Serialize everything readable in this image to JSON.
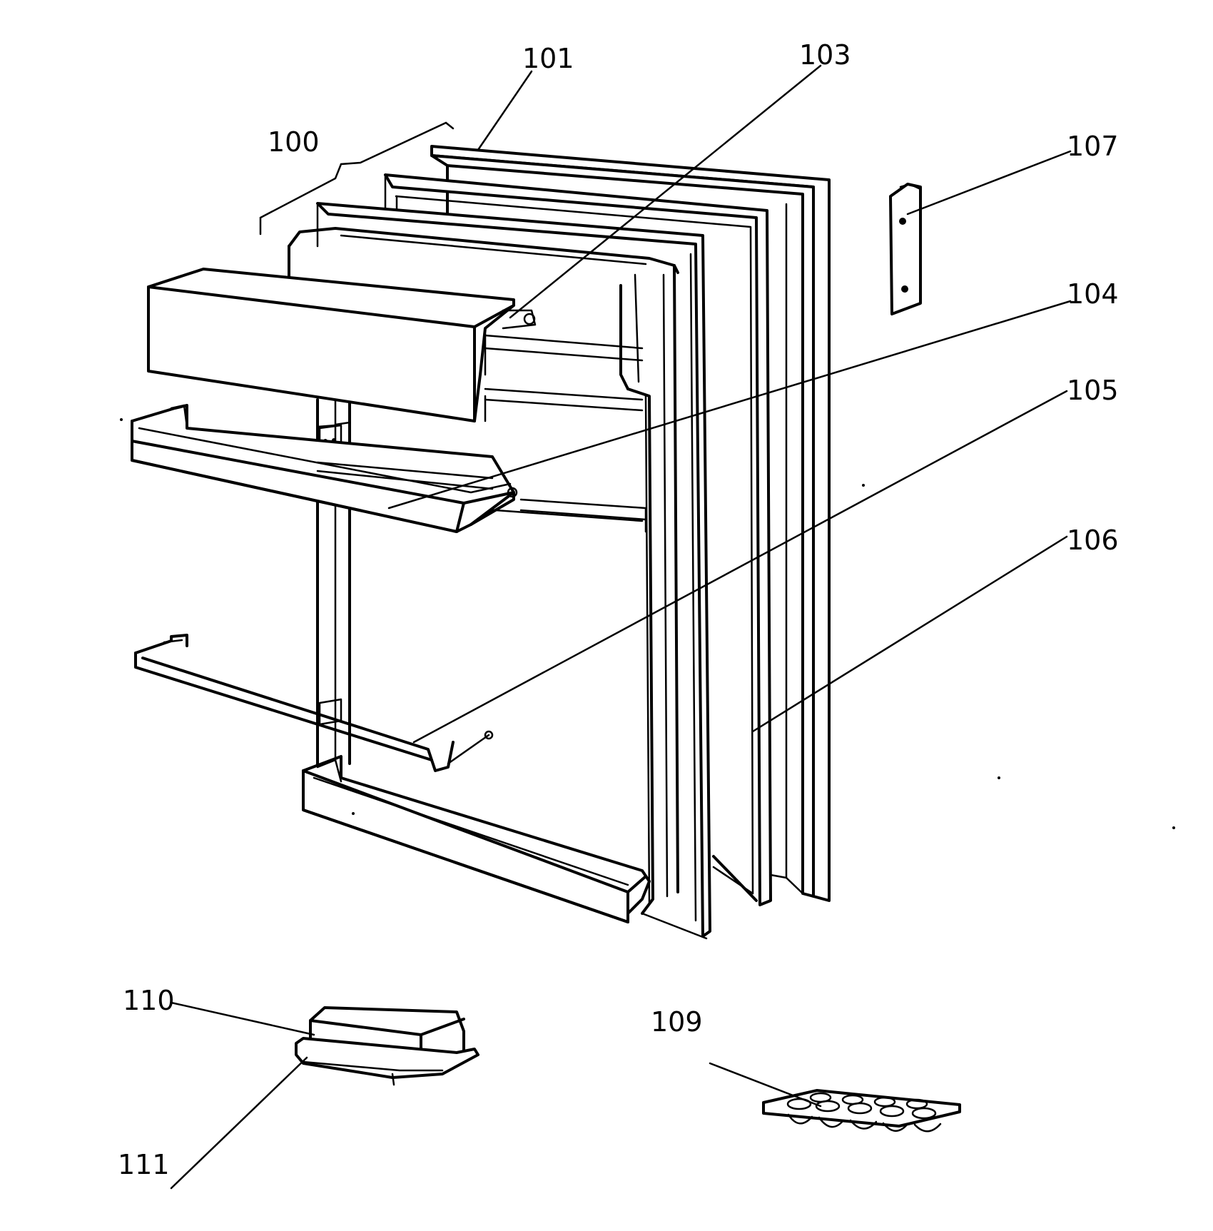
{
  "callouts": {
    "c100": "100",
    "c101": "101",
    "c103": "103",
    "c104": "104",
    "c105": "105",
    "c106": "106",
    "c107": "107",
    "c109": "109",
    "c110": "110",
    "c111": "111"
  }
}
